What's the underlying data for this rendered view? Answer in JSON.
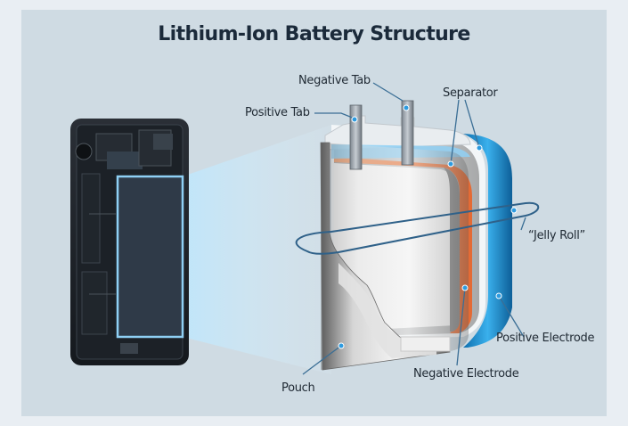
{
  "title": "Lithium-Ion Battery Structure",
  "labels": {
    "negative_tab": "Negative Tab",
    "positive_tab": "Positive Tab",
    "separator": "Separator",
    "jelly_roll": "“Jelly Roll”",
    "positive_electrode": "Positive Electrode",
    "negative_electrode": "Negative Electrode",
    "pouch": "Pouch"
  },
  "colors": {
    "panel": "#cfdbe3",
    "callout_line": "#3a6e95",
    "callout_dot": "#2d9be0",
    "positive_electrode": "#2a93d6",
    "negative_electrode": "#ec8150",
    "pouch": "#7a7a7a",
    "highlight": "#8fd0f5"
  }
}
